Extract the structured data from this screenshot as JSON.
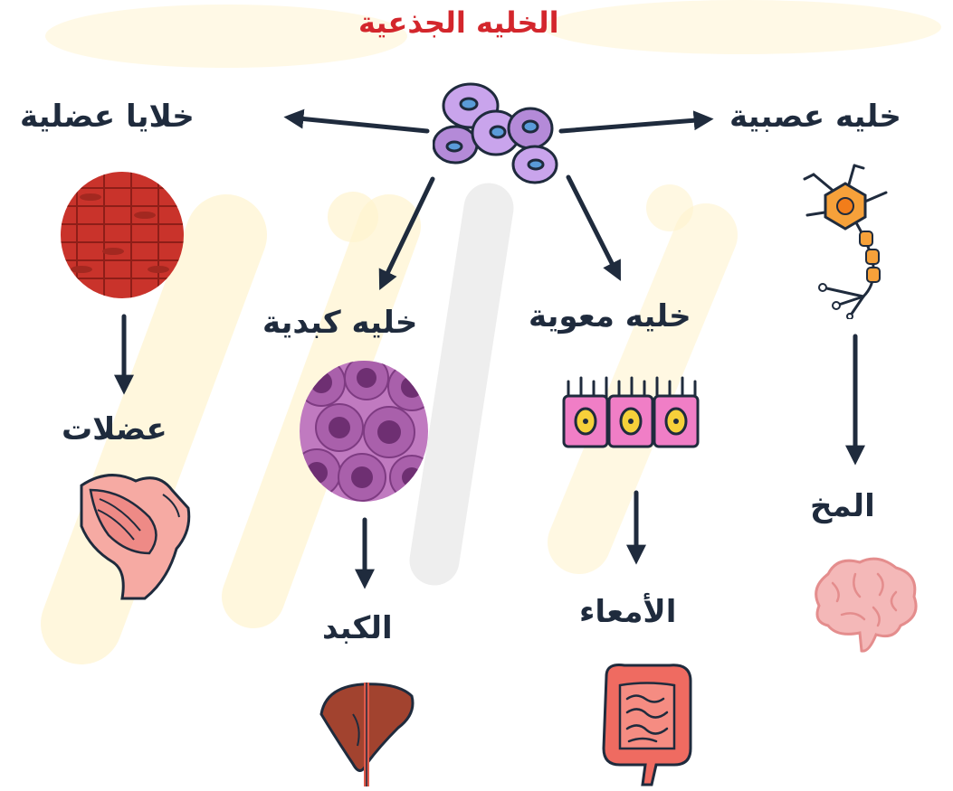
{
  "title": "الخليه الجذعية",
  "cell_types": {
    "muscle": "خلايا عضلية",
    "nerve": "خليه عصبية",
    "liver": "خليه كبدية",
    "intestinal": "خليه معوية"
  },
  "organs": {
    "muscles": "عضلات",
    "brain": "المخ",
    "liver": "الكبد",
    "intestines": "الأمعاء"
  },
  "colors": {
    "title": "#d3262c",
    "labels": "#1f2b3d",
    "arrows": "#1f2b3d",
    "stem_cell": "#b48ad8",
    "muscle_cell": "#c9332b",
    "liver_cell": "#9b4f9c",
    "intestinal_cell": "#f07ec6",
    "nerve_cell": "#f6a13a",
    "arm": "#f6aaa3",
    "brain": "#f4b8b8",
    "liver_organ": "#a2432f",
    "intestine_organ": "#ef6b61"
  },
  "icons": [
    "stem-cell-icon",
    "muscle-cell-icon",
    "nerve-cell-icon",
    "liver-cell-icon",
    "intestinal-cell-icon",
    "muscle-arm-icon",
    "brain-icon",
    "liver-organ-icon",
    "intestines-icon"
  ]
}
